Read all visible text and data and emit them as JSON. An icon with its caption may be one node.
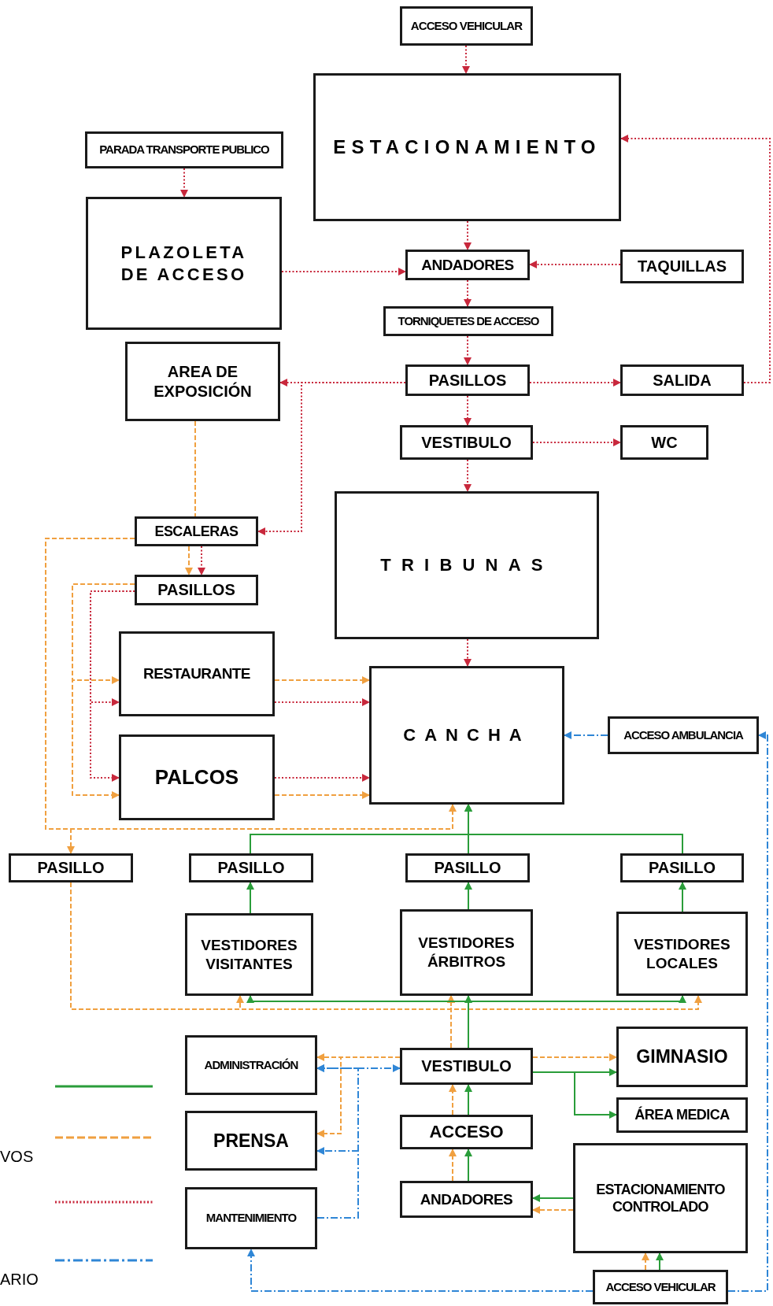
{
  "diagram": {
    "nodes": [
      {
        "text": [
          "ACCESO VEHICULAR"
        ]
      },
      {
        "text": [
          "ESTACIONAMIENTO"
        ]
      },
      {
        "text": [
          "PARADA TRANSPORTE PUBLICO"
        ]
      },
      {
        "text": [
          "PLAZOLETA DE ACCESO"
        ]
      },
      {
        "text": [
          "ANDADORES"
        ]
      },
      {
        "text": [
          "TAQUILLAS"
        ]
      },
      {
        "text": [
          "TORNIQUETES DE ACCESO"
        ]
      },
      {
        "text": [
          "AREA DE EXPOSICIÓN"
        ]
      },
      {
        "text": [
          "PASILLOS"
        ]
      },
      {
        "text": [
          "SALIDA"
        ]
      },
      {
        "text": [
          "VESTIBULO"
        ]
      },
      {
        "text": [
          "WC"
        ]
      },
      {
        "text": [
          "TRIBUNAS"
        ]
      },
      {
        "text": [
          "ESCALERAS"
        ]
      },
      {
        "text": [
          "PASILLOS"
        ]
      },
      {
        "text": [
          "RESTAURANTE"
        ]
      },
      {
        "text": [
          "CANCHA"
        ]
      },
      {
        "text": [
          "ACCESO AMBULANCIA"
        ]
      },
      {
        "text": [
          "PALCOS"
        ]
      },
      {
        "text": [
          "PASILLO"
        ]
      },
      {
        "text": [
          "PASILLO"
        ]
      },
      {
        "text": [
          "PASILLO"
        ]
      },
      {
        "text": [
          "PASILLO"
        ]
      },
      {
        "text": [
          "VESTIDORES VISITANTES"
        ]
      },
      {
        "text": [
          "VESTIDORES ÁRBITROS"
        ]
      },
      {
        "text": [
          "VESTIDORES LOCALES"
        ]
      },
      {
        "text": [
          "ADMINISTRACIÓN"
        ]
      },
      {
        "text": [
          "VESTIBULO"
        ]
      },
      {
        "text": [
          "GIMNASIO"
        ]
      },
      {
        "text": [
          "PRENSA"
        ]
      },
      {
        "text": [
          "ÁREA MEDICA"
        ]
      },
      {
        "text": [
          "ACCESO"
        ]
      },
      {
        "text": [
          "ESTACIONAMIENTO CONTROLADO"
        ]
      },
      {
        "text": [
          "ANDADORES"
        ]
      },
      {
        "text": [
          "MANTENIMIENTO"
        ]
      },
      {
        "text": [
          "ACCESO VEHICULAR"
        ]
      }
    ],
    "edges": [
      {
        "from": 0,
        "to": 1,
        "arrow": "to",
        "style": "dashed"
      },
      {
        "from": 2,
        "to": 3,
        "arrow": "to",
        "style": "dashed"
      },
      {
        "from": 1,
        "to": 4,
        "arrow": "to",
        "style": "dashed"
      },
      {
        "from": 3,
        "to": 4,
        "arrow": "to",
        "style": "dashed"
      },
      {
        "from": 5,
        "to": 4,
        "arrow": "to",
        "style": "dashed"
      },
      {
        "from": 4,
        "to": 6,
        "arrow": "to",
        "style": "dashed"
      },
      {
        "from": 6,
        "to": 8,
        "arrow": "to",
        "style": "dashed"
      },
      {
        "from": 8,
        "to": 7,
        "arrow": "to",
        "style": "dashed"
      },
      {
        "from": 8,
        "to": 13,
        "arrow": "to",
        "style": "dashed"
      },
      {
        "from": 8,
        "to": 9,
        "arrow": "to",
        "style": "dashed"
      },
      {
        "from": 9,
        "to": 1,
        "arrow": "to",
        "style": "dashed"
      },
      {
        "from": 8,
        "to": 10,
        "arrow": "to",
        "style": "dashed"
      },
      {
        "from": 10,
        "to": 11,
        "arrow": "to",
        "style": "dashed"
      },
      {
        "from": 10,
        "to": 12,
        "arrow": "to",
        "style": "dashed"
      },
      {
        "from": 12,
        "to": 16,
        "arrow": "to",
        "style": "dashed"
      },
      {
        "from": 13,
        "to": 14,
        "arrow": "to",
        "style": "dashed"
      },
      {
        "from": 13,
        "to": 14,
        "arrow": "to",
        "style": "dashed",
        "color": "#f0a040"
      },
      {
        "from": 7,
        "to": 13,
        "arrow": "none",
        "style": "dashed",
        "color": "#f0a040"
      },
      {
        "from": 14,
        "to": 15,
        "arrow": "to",
        "style": "dashed"
      },
      {
        "from": 14,
        "to": 18,
        "arrow": "to",
        "style": "dashed"
      },
      {
        "from": 14,
        "to": 15,
        "arrow": "to",
        "style": "dashed",
        "color": "#f0a040"
      },
      {
        "from": 14,
        "to": 18,
        "arrow": "to",
        "style": "dashed",
        "color": "#f0a040"
      },
      {
        "from": 15,
        "to": 16,
        "arrow": "to",
        "style": "dashed",
        "color": "#f0a040"
      },
      {
        "from": 15,
        "to": 16,
        "arrow": "to",
        "style": "dashed"
      },
      {
        "from": 18,
        "to": 16,
        "arrow": "to",
        "style": "dashed"
      },
      {
        "from": 18,
        "to": 16,
        "arrow": "to",
        "style": "dashed",
        "color": "#f0a040"
      },
      {
        "from": 13,
        "to": 16,
        "arrow": "to",
        "style": "dashed",
        "color": "#f0a040"
      },
      {
        "from": 13,
        "to": 19,
        "arrow": "to",
        "style": "dashed",
        "color": "#f0a040"
      },
      {
        "from": 19,
        "to": 23,
        "arrow": "to",
        "style": "dashed",
        "color": "#f0a040"
      },
      {
        "from": 19,
        "to": 24,
        "arrow": "to",
        "style": "dashed",
        "color": "#f0a040"
      },
      {
        "from": 19,
        "to": 25,
        "arrow": "to",
        "style": "dashed",
        "color": "#f0a040"
      },
      {
        "from": 27,
        "to": 24,
        "arrow": "to",
        "style": "dashed",
        "color": "#f0a040"
      },
      {
        "from": 20,
        "to": 16,
        "arrow": "to",
        "color": "#2a9d3a"
      },
      {
        "from": 21,
        "to": 16,
        "arrow": "to",
        "color": "#2a9d3a"
      },
      {
        "from": 22,
        "to": 16,
        "arrow": "to",
        "color": "#2a9d3a"
      },
      {
        "from": 23,
        "to": 20,
        "arrow": "to",
        "color": "#2a9d3a"
      },
      {
        "from": 24,
        "to": 21,
        "arrow": "to",
        "color": "#2a9d3a"
      },
      {
        "from": 25,
        "to": 22,
        "arrow": "to",
        "color": "#2a9d3a"
      },
      {
        "from": 27,
        "to": 23,
        "arrow": "to",
        "color": "#2a9d3a"
      },
      {
        "from": 27,
        "to": 24,
        "arrow": "to",
        "color": "#2a9d3a"
      },
      {
        "from": 27,
        "to": 25,
        "arrow": "to",
        "color": "#2a9d3a"
      },
      {
        "from": 27,
        "to": 28,
        "arrow": "to",
        "color": "#2a9d3a"
      },
      {
        "from": 27,
        "to": 30,
        "arrow": "to",
        "color": "#2a9d3a"
      },
      {
        "from": 27,
        "to": 28,
        "arrow": "to",
        "style": "dashed",
        "color": "#f0a040"
      },
      {
        "from": 27,
        "to": 26,
        "arrow": "to",
        "style": "dashed",
        "color": "#f0a040"
      },
      {
        "from": 27,
        "to": 29,
        "arrow": "to",
        "style": "dashed",
        "color": "#f0a040"
      },
      {
        "from": 26,
        "to": 27,
        "arrow": "both",
        "style": "dashed",
        "color": "#2f86d6"
      },
      {
        "from": 34,
        "to": 29,
        "arrow": "to",
        "style": "dashed",
        "color": "#2f86d6"
      },
      {
        "from": 34,
        "to": 26,
        "arrow": "to",
        "style": "dashed",
        "color": "#2f86d6"
      },
      {
        "from": 35,
        "to": 34,
        "arrow": "to",
        "style": "dashed",
        "color": "#2f86d6"
      },
      {
        "from": 35,
        "to": 17,
        "arrow": "to",
        "style": "dashed",
        "color": "#2f86d6"
      },
      {
        "from": 17,
        "to": 16,
        "arrow": "to",
        "style": "dashed",
        "color": "#2f86d6"
      },
      {
        "from": 31,
        "to": 27,
        "arrow": "to",
        "color": "#2a9d3a"
      },
      {
        "from": 31,
        "to": 27,
        "arrow": "to",
        "style": "dashed",
        "color": "#f0a040"
      },
      {
        "from": 33,
        "to": 31,
        "arrow": "to",
        "color": "#2a9d3a"
      },
      {
        "from": 33,
        "to": 31,
        "arrow": "to",
        "style": "dashed",
        "color": "#f0a040"
      },
      {
        "from": 32,
        "to": 33,
        "arrow": "to",
        "color": "#2a9d3a"
      },
      {
        "from": 32,
        "to": 33,
        "arrow": "to",
        "style": "dashed",
        "color": "#f0a040"
      },
      {
        "from": 35,
        "to": 32,
        "arrow": "to",
        "color": "#2a9d3a"
      },
      {
        "from": 35,
        "to": 32,
        "arrow": "to",
        "style": "dashed",
        "color": "#f0a040"
      }
    ],
    "legend": [
      {
        "text": "VOS"
      },
      {
        "text": "ARIO"
      }
    ]
  }
}
